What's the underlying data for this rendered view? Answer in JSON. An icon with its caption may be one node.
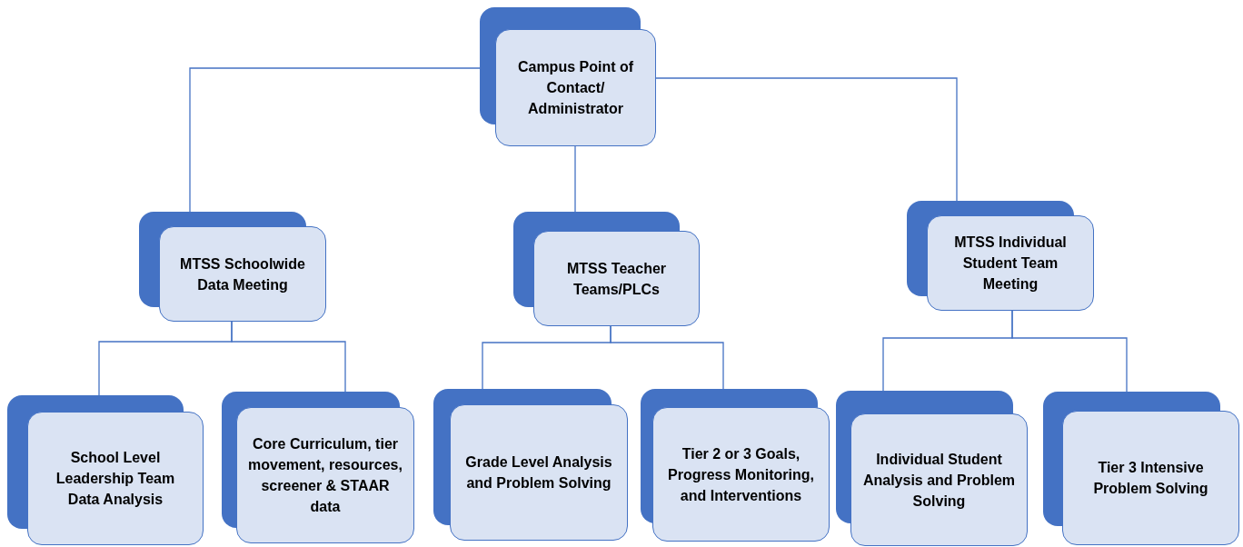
{
  "diagram": {
    "nodes": [
      {
        "text": [
          "Campus Point of Contact/ Administrator"
        ]
      },
      {
        "text": [
          "MTSS Schoolwide Data Meeting"
        ]
      },
      {
        "text": [
          "MTSS Teacher Teams/PLCs"
        ]
      },
      {
        "text": [
          "MTSS Individual Student Team Meeting"
        ]
      },
      {
        "text": [
          "School Level Leadership Team Data Analysis"
        ]
      },
      {
        "text": [
          "Core Curriculum, tier movement, resources, screener & STAAR data"
        ]
      },
      {
        "text": [
          "Grade Level Analysis and Problem Solving"
        ]
      },
      {
        "text": [
          "Tier 2 or 3 Goals, Progress Monitoring, and Interventions"
        ]
      },
      {
        "text": [
          "Individual Student Analysis and Problem Solving"
        ]
      },
      {
        "text": [
          "Tier 3 Intensive Problem Solving"
        ]
      }
    ],
    "edges": [
      {
        "from": 0,
        "to": 1,
        "arrow": "none"
      },
      {
        "from": 0,
        "to": 2,
        "arrow": "none"
      },
      {
        "from": 0,
        "to": 3,
        "arrow": "none"
      },
      {
        "from": 1,
        "to": 4,
        "arrow": "none"
      },
      {
        "from": 1,
        "to": 5,
        "arrow": "none"
      },
      {
        "from": 2,
        "to": 6,
        "arrow": "none"
      },
      {
        "from": 2,
        "to": 7,
        "arrow": "none"
      },
      {
        "from": 3,
        "to": 8,
        "arrow": "none"
      },
      {
        "from": 3,
        "to": 9,
        "arrow": "none"
      }
    ]
  }
}
